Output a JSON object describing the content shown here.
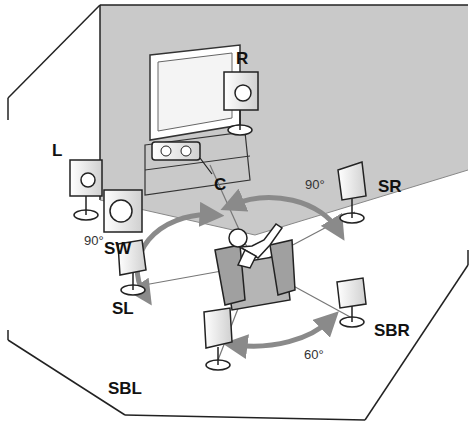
{
  "diagram": {
    "labels": [
      "L",
      "R",
      "C",
      "SW",
      "SR",
      "SL",
      "SBR",
      "SBL",
      "90°",
      "90°",
      "60°"
    ]
  }
}
